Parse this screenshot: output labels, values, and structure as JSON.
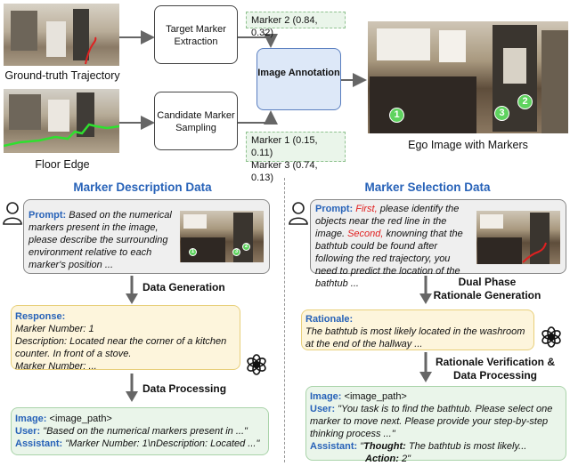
{
  "top": {
    "gt_label": "Ground-truth Trajectory",
    "floor_label": "Floor Edge",
    "target_extraction": "Target Marker Extraction",
    "candidate_sampling": "Candidate Marker Sampling",
    "marker2": "Marker 2 (0.84, 0.32)",
    "marker1": "Marker 1 (0.15, 0.11)",
    "marker3": "Marker 3 (0.74, 0.13)",
    "image_annotation": "Image Annotation",
    "ego_label": "Ego Image with Markers",
    "ego_markers": [
      "1",
      "3",
      "2"
    ]
  },
  "left": {
    "title": "Marker Description Data",
    "prompt_label": "Prompt:",
    "prompt_text": " Based on the numerical markers present in the image, please describe the surrounding environment relative to each marker's position ...",
    "thumb_markers": [
      "1",
      "2",
      "3"
    ],
    "step1": "Data Generation",
    "response_label": "Response:",
    "response_lines": [
      "Marker Number: 1",
      "Description: Located near the corner of a kitchen counter. In front of a stove.",
      "Marker Number: ..."
    ],
    "step2": "Data Processing",
    "image_label": "Image:",
    "image_value": " <image_path>",
    "user_label": "User:",
    "user_text": " \"Based on the numerical markers present in ...\"",
    "assistant_label": "Assistant:",
    "assistant_text": " \"Marker Number: 1\\nDescription: Located ...\""
  },
  "right": {
    "title": "Marker Selection Data",
    "prompt_label": "Prompt:",
    "first": "First,",
    "prompt_a": " please identify the objects near the red line in the image. ",
    "second": "Second,",
    "prompt_b": " knowning that the bathtub could be found after following the red trajectory, you need to predict the location of the bathtub ...",
    "step1": "Dual Phase Rationale Generation",
    "rationale_label": "Rationale:",
    "rationale_text": "The bathtub is most likely located in the washroom at the end of the hallway ...",
    "step2": "Rationale Verification & Data Processing",
    "image_label": "Image:",
    "image_value": " <image_path>",
    "user_label": "User:",
    "user_text": " \"You task is to find the bathtub. Please select one marker to move next. Please provide your step-by-step thinking process ...\"",
    "assistant_label": "Assistant:",
    "assistant_quote": " \"",
    "thought_label": "Thought:",
    "thought_text": " The bathtub is most likely...",
    "action_label": "Action:",
    "action_text": " 2\""
  },
  "colors": {
    "accent_blue": "#2762b8",
    "prompt_bg": "#efefef",
    "response_bg": "#fdf5dc",
    "processing_bg": "#eaf5ea",
    "annotation_bg": "#dde8f8",
    "marker_green": "#5fd35f",
    "highlight_red": "#e02020"
  }
}
